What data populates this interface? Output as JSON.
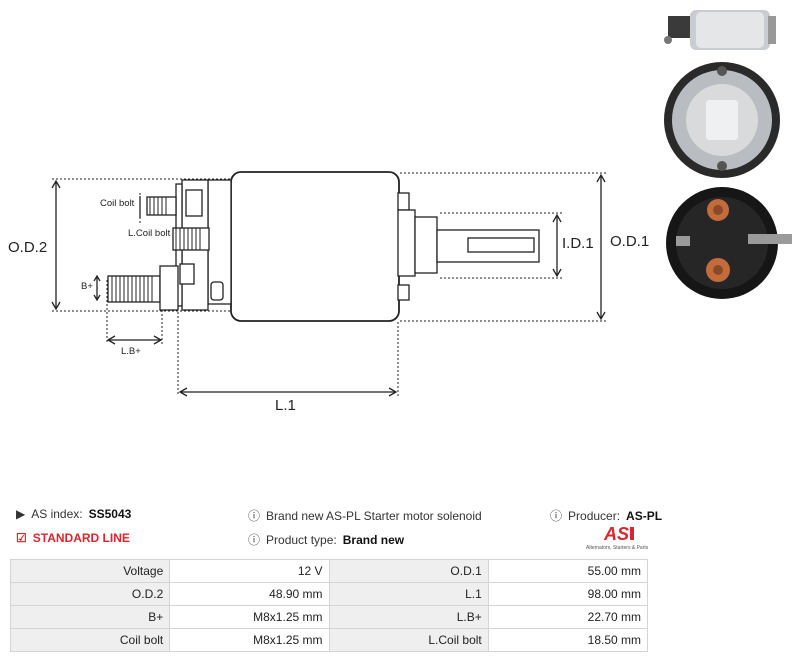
{
  "drawing": {
    "labels": {
      "od2": "O.D.2",
      "od1": "O.D.1",
      "id1": "I.D.1",
      "l1": "L.1",
      "coil_bolt": "Coil bolt",
      "l_coil_bolt": "L.Coil bolt",
      "b_plus": "B+",
      "lb_plus": "L.B+"
    }
  },
  "info": {
    "as_index_label": "AS index:",
    "as_index_value": "SS5043",
    "product_line": "STANDARD LINE",
    "description": "Brand new AS-PL Starter motor solenoid",
    "product_type_label": "Product type:",
    "product_type_value": "Brand new",
    "producer_label": "Producer:",
    "producer_value": "AS-PL"
  },
  "logo": {
    "text": "AS",
    "tagline": "Alternators, Starters & Parts",
    "color": "#d9262e"
  },
  "specs": [
    {
      "label1": "Voltage",
      "value1": "12 V",
      "label2": "O.D.1",
      "value2": "55.00 mm"
    },
    {
      "label1": "O.D.2",
      "value1": "48.90 mm",
      "label2": "L.1",
      "value2": "98.00 mm"
    },
    {
      "label1": "B+",
      "value1": "M8x1.25 mm",
      "label2": "L.B+",
      "value2": "22.70 mm"
    },
    {
      "label1": "Coil bolt",
      "value1": "M8x1.25 mm",
      "label2": "L.Coil bolt",
      "value2": "18.50 mm"
    }
  ]
}
